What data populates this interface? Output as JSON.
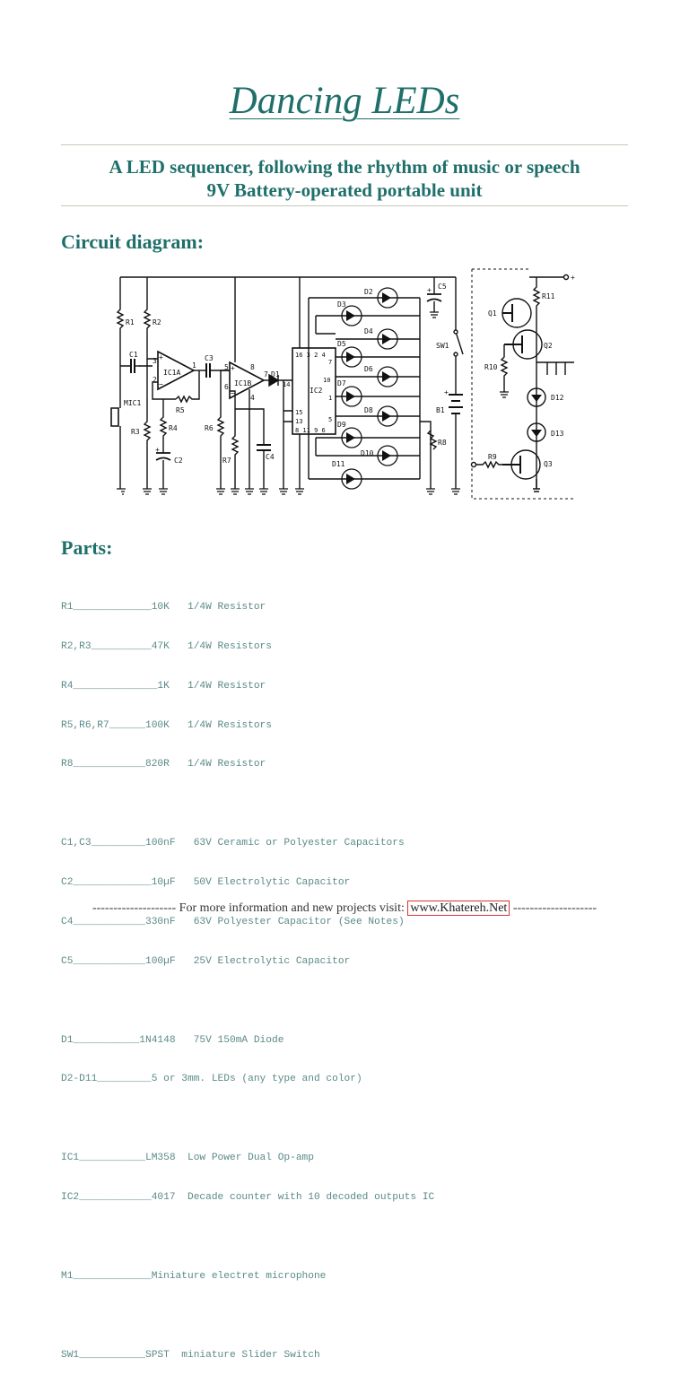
{
  "header": {
    "title": "Dancing LEDs",
    "subtitle_line1": "A LED sequencer, following the rhythm of music or speech",
    "subtitle_line2": "9V Battery-operated portable unit"
  },
  "sections": {
    "circuit_heading": "Circuit diagram:",
    "parts_heading": "Parts:"
  },
  "schematic": {
    "labels": {
      "R1": "R1",
      "R2": "R2",
      "C1": "C1",
      "MIC1": "MIC1",
      "R3": "R3",
      "R4": "R4",
      "C2": "C2",
      "IC1A": "IC1A",
      "R5": "R5",
      "C3": "C3",
      "IC1B": "IC1B",
      "R6": "R6",
      "R7": "R7",
      "C4": "C4",
      "D1": "D1",
      "IC2": "IC2",
      "C5": "C5",
      "SW1": "SW1",
      "B1": "B1",
      "R8": "R8",
      "D2": "D2",
      "D3": "D3",
      "D4": "D4",
      "D5": "D5",
      "D6": "D6",
      "D7": "D7",
      "D8": "D8",
      "D9": "D9",
      "D10": "D10",
      "D11": "D11",
      "Q1": "Q1",
      "Q2": "Q2",
      "Q3": "Q3",
      "R9": "R9",
      "R10": "R10",
      "R11": "R11",
      "D12": "D12",
      "D13": "D13",
      "pin_ic1a_3": "3",
      "pin_ic1a_2": "2",
      "pin_ic1a_1": "1",
      "pin_ic1b_5": "5",
      "pin_ic1b_6": "6",
      "pin_ic1b_7": "7",
      "pin_ic1b_8": "8",
      "pin_ic1b_4": "4",
      "pin_ic2_top": "16 3 2 4",
      "pin_ic2_7": "7",
      "pin_ic2_10": "10",
      "pin_ic2_14": "14",
      "pin_ic2_1": "1",
      "pin_ic2_15": "15",
      "pin_ic2_13": "13",
      "pin_ic2_5": "5",
      "pin_ic2_bottom": "8 11 9 6",
      "plus": "+",
      "minus": "−"
    }
  },
  "parts": [
    {
      "ref": "R1",
      "line": "R1_____________10K   1/4W Resistor"
    },
    {
      "ref": "R2,R3",
      "line": "R2,R3__________47K   1/4W Resistors"
    },
    {
      "ref": "R4",
      "line": "R4______________1K   1/4W Resistor"
    },
    {
      "ref": "R5,R6,R7",
      "line": "R5,R6,R7______100K   1/4W Resistors"
    },
    {
      "ref": "R8",
      "line": "R8____________820R   1/4W Resistor"
    },
    {
      "ref": "C1,C3",
      "line": "C1,C3_________100nF   63V Ceramic or Polyester Capacitors"
    },
    {
      "ref": "C2",
      "line": "C2_____________10µF   50V Electrolytic Capacitor"
    },
    {
      "ref": "C4",
      "line": "C4____________330nF   63V Polyester Capacitor (See Notes)"
    },
    {
      "ref": "C5",
      "line": "C5____________100µF   25V Electrolytic Capacitor"
    },
    {
      "ref": "D1",
      "line": "D1___________1N4148   75V 150mA Diode"
    },
    {
      "ref": "D2-D11",
      "line": "D2-D11_________5 or 3mm. LEDs (any type and color)"
    },
    {
      "ref": "IC1",
      "line": "IC1___________LM358  Low Power Dual Op-amp"
    },
    {
      "ref": "IC2",
      "line": "IC2____________4017  Decade counter with 10 decoded outputs IC"
    },
    {
      "ref": "M1",
      "line": "M1_____________Miniature electret microphone"
    },
    {
      "ref": "SW1",
      "line": "SW1___________SPST  miniature Slider Switch"
    }
  ],
  "footer": {
    "prefix": "-------------------- For more information and new projects visit: ",
    "link": "www.Khatereh.Net",
    "suffix": " --------------------"
  }
}
